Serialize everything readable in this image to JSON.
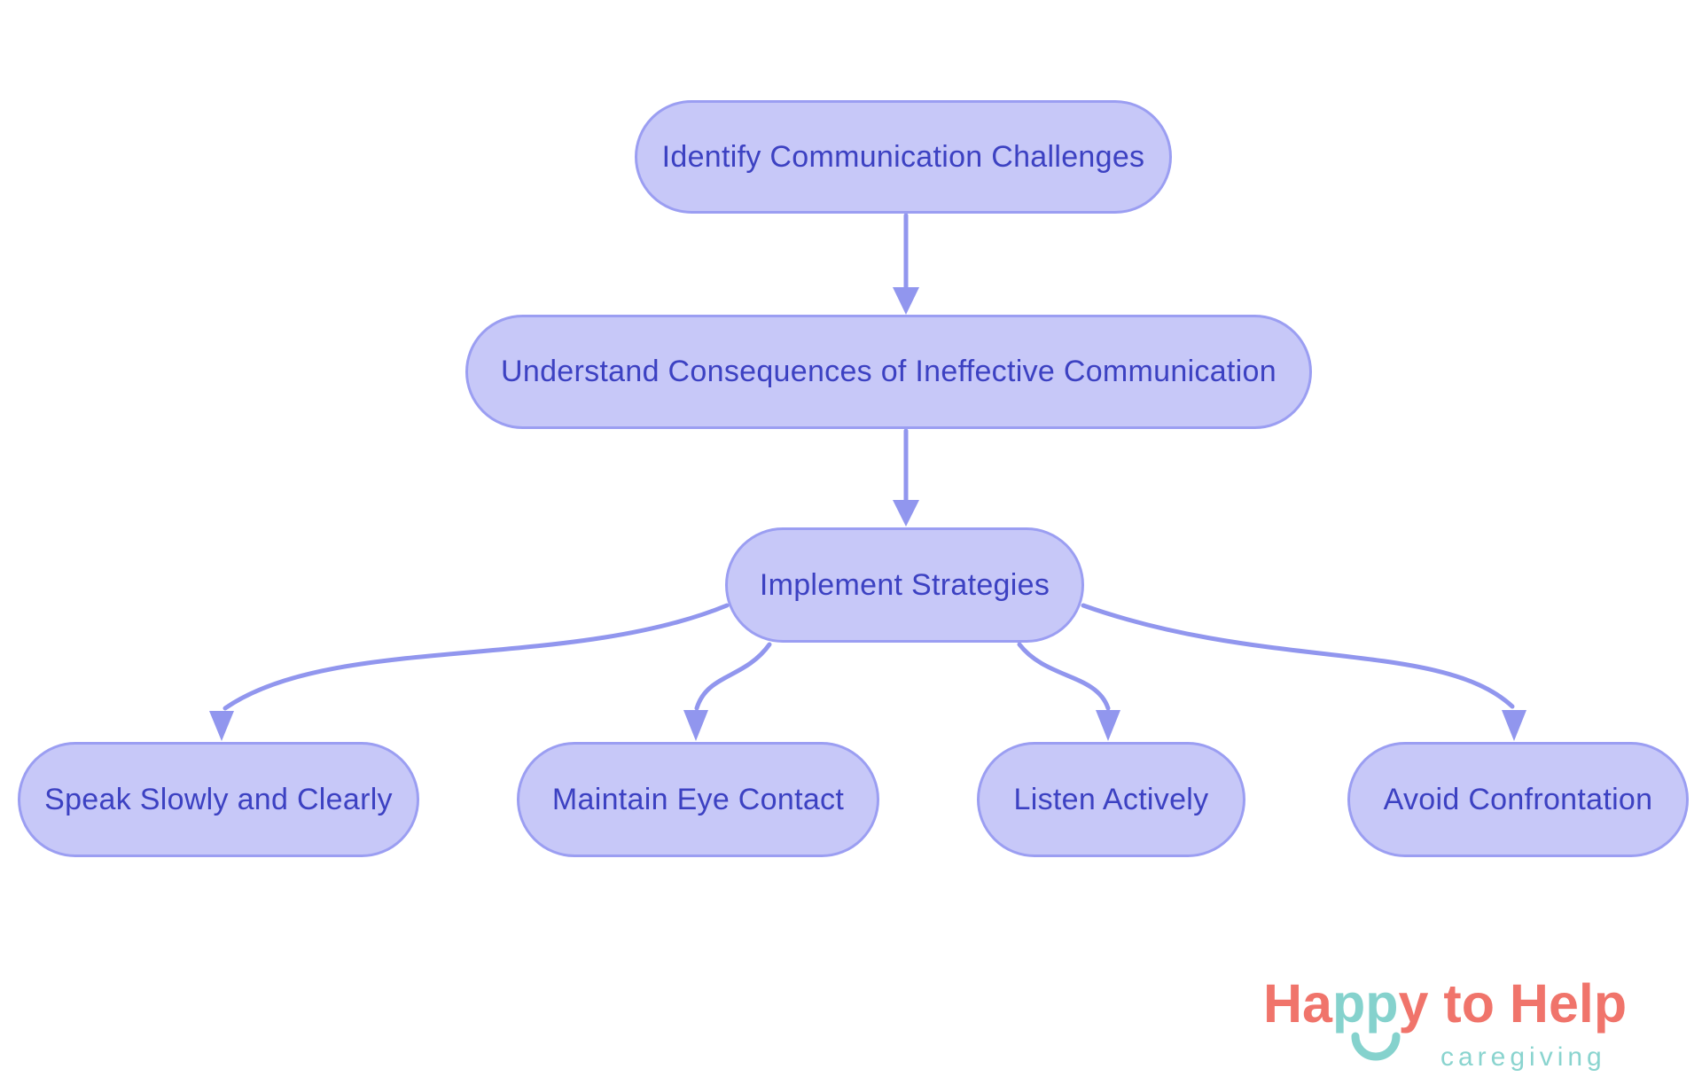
{
  "diagram": {
    "type": "flowchart",
    "background": "#ffffff",
    "nodes": [
      {
        "id": "identify",
        "label": "Identify Communication Challenges"
      },
      {
        "id": "understand",
        "label": "Understand Consequences of Ineffective Communication"
      },
      {
        "id": "implement",
        "label": "Implement Strategies"
      },
      {
        "id": "speak",
        "label": "Speak Slowly and Clearly"
      },
      {
        "id": "eye",
        "label": "Maintain Eye Contact"
      },
      {
        "id": "listen",
        "label": "Listen Actively"
      },
      {
        "id": "avoid",
        "label": "Avoid Confrontation"
      }
    ],
    "edges": [
      {
        "from": "identify",
        "to": "understand"
      },
      {
        "from": "understand",
        "to": "implement"
      },
      {
        "from": "implement",
        "to": "speak"
      },
      {
        "from": "implement",
        "to": "eye"
      },
      {
        "from": "implement",
        "to": "listen"
      },
      {
        "from": "implement",
        "to": "avoid"
      }
    ],
    "colors": {
      "node_fill": "#c7c8f8",
      "node_border": "#9b9ef2",
      "node_text": "#3c41c2",
      "arrow": "#9196ee"
    }
  },
  "logo": {
    "parts": [
      {
        "text": "Ha",
        "color": "#f0746b"
      },
      {
        "text": "pp",
        "color": "#85d2cd"
      },
      {
        "text": "y to Help",
        "color": "#f0746b"
      }
    ],
    "tagline": "caregiving",
    "tagline_color": "#8ad4cf",
    "smile_icon_color": "#85d2cd"
  }
}
